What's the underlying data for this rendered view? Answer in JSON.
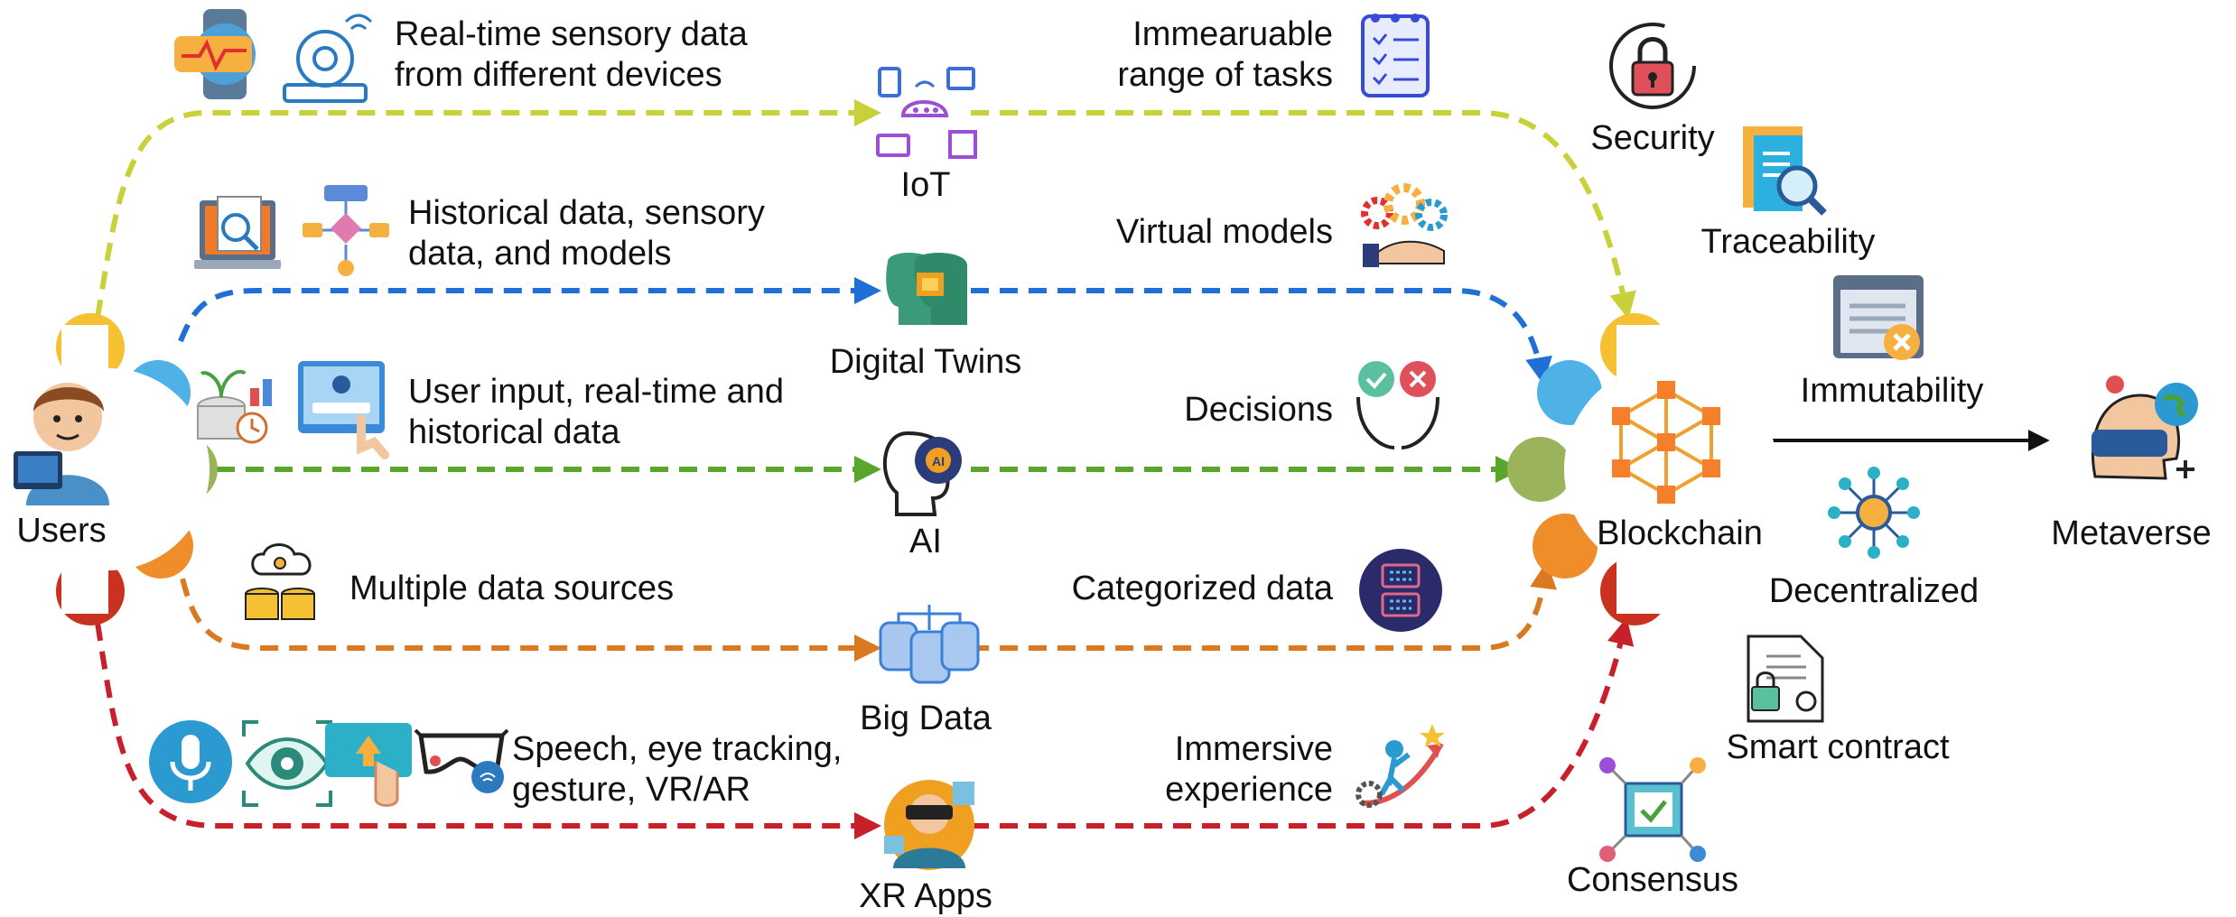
{
  "nodes": {
    "users": "Users",
    "iot": "IoT",
    "digital_twins": "Digital Twins",
    "ai": "AI",
    "big_data": "Big Data",
    "xr_apps": "XR Apps",
    "blockchain": "Blockchain",
    "metaverse": "Metaverse"
  },
  "inputs": {
    "iot": "Real-time sensory data\nfrom different devices",
    "digital_twins": "Historical data, sensory\ndata, and models",
    "ai": "User input, real-time and\nhistorical data",
    "big_data": "Multiple data sources",
    "xr_apps": "Speech, eye tracking,\ngesture, VR/AR"
  },
  "outputs": {
    "iot": "Immearuable\nrange of tasks",
    "digital_twins": "Virtual models",
    "ai": "Decisions",
    "big_data": "Categorized data",
    "xr_apps": "Immersive\nexperience"
  },
  "features": {
    "security": "Security",
    "traceability": "Traceability",
    "immutability": "Immutability",
    "decentralized": "Decentralized",
    "smart_contract": "Smart contract",
    "consensus": "Consensus"
  },
  "colors": {
    "iot": "#c9d13a",
    "digital_twins": "#1f6fd6",
    "ai": "#5aa52c",
    "big_data": "#d97a22",
    "xr_apps": "#c8202a",
    "petal_yellow": "#f5c133",
    "petal_blue": "#4fb2e6",
    "petal_green": "#9bb35a",
    "petal_orange": "#ef8d2a",
    "petal_red": "#c8321f"
  }
}
